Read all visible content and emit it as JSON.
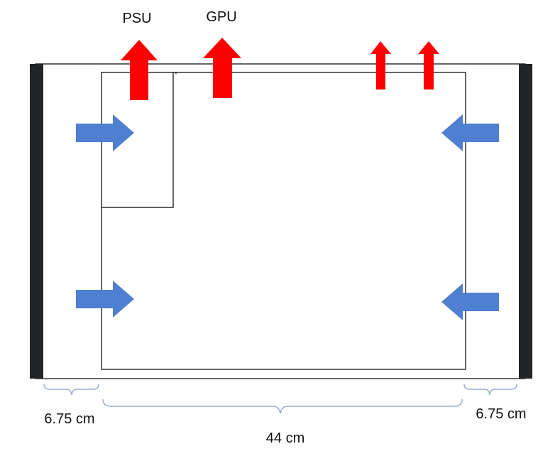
{
  "labels": {
    "psu": "PSU",
    "gpu": "GPU",
    "left_gap": "6.75 cm",
    "center_width": "44 cm",
    "right_gap": "6.75 cm"
  },
  "colors": {
    "exhaust_arrow": "#ff0000",
    "intake_arrow": "#4f7fd0",
    "side_panel": "#222426",
    "outline": "#000000",
    "dimension_bracket": "#9aaecf"
  },
  "arrows": {
    "exhaust": [
      "psu-exhaust-arrow",
      "gpu-exhaust-arrow",
      "top-exhaust-arrow-1",
      "top-exhaust-arrow-2"
    ],
    "intake": [
      "intake-left-upper",
      "intake-left-lower",
      "intake-right-upper",
      "intake-right-lower"
    ]
  }
}
